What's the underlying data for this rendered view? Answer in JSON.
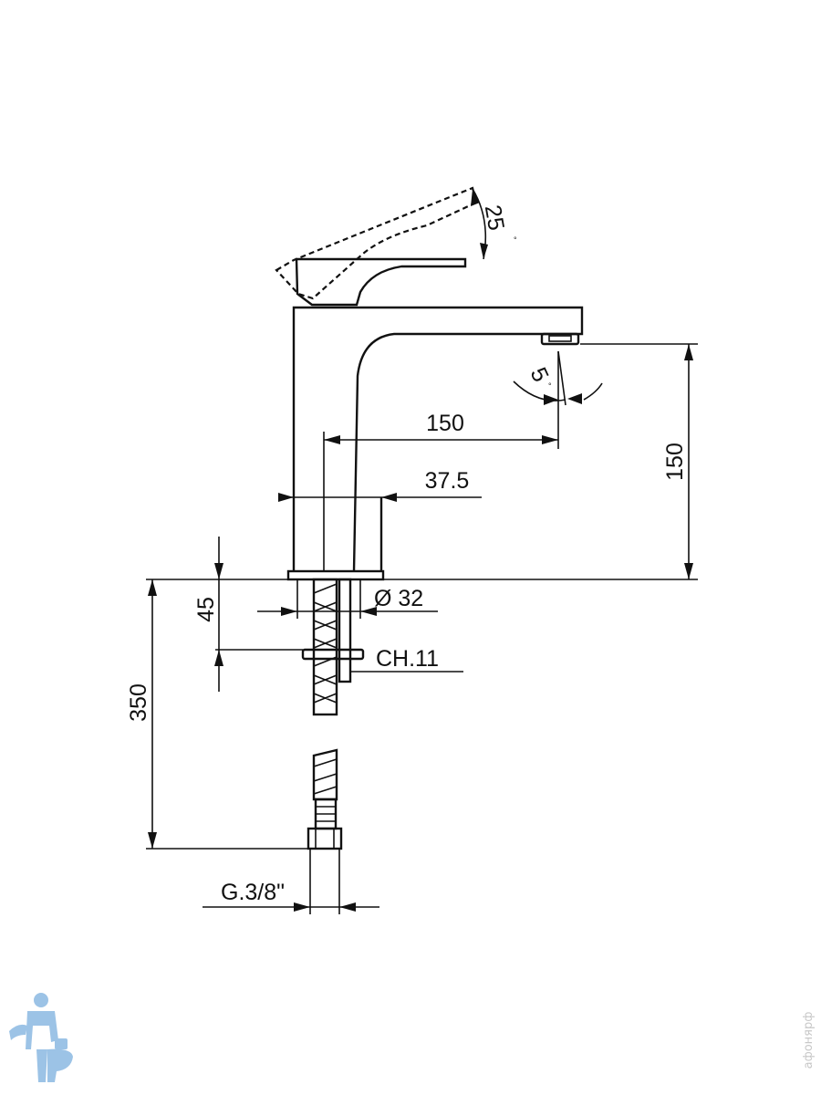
{
  "dimensions": {
    "spout_reach": "150",
    "spout_height": "150",
    "body_width": "37.5",
    "base_diameter": "Ø 32",
    "mounting_thickness": "45",
    "hose_length": "350",
    "nut_size": "CH.11",
    "connection_thread": "G.3/8\"",
    "lever_angle": "25",
    "spout_angle": "5",
    "degree_mark": "°"
  },
  "watermark": {
    "text": "афонярф",
    "logo_icon": "plumber-logo-icon"
  },
  "colors": {
    "line": "#111111",
    "logo": "#9cc3e6",
    "watermark": "#c8c8c8"
  }
}
